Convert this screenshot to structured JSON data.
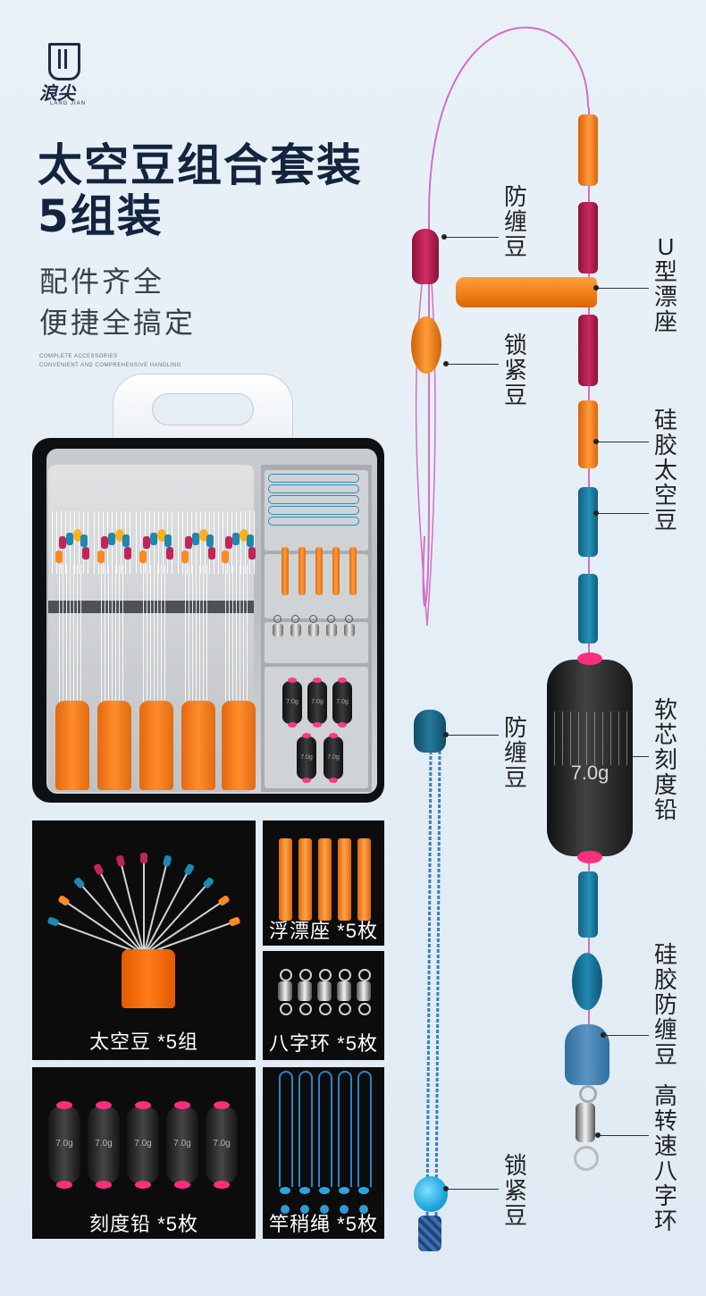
{
  "brand": {
    "name": "浪尖",
    "name_en": "LANG JIAN"
  },
  "title": {
    "line1": "太空豆组合套装",
    "line2": "5组装"
  },
  "subtitle": {
    "line1": "配件齐全",
    "line2": "便捷全搞定"
  },
  "tagline": {
    "line1": "COMPLETE ACCESSORIES",
    "line2": "CONVENIENT AND COMPREHENSIVE HANDLING"
  },
  "box": {
    "lead_weight": "7.0g"
  },
  "panels": {
    "space_bean": "太空豆 *5组",
    "float_seat": "浮漂座 *5枚",
    "swivel": "八字环 *5枚",
    "lead": "刻度铅 *5枚",
    "rope": "竿稍绳 *5枚"
  },
  "diagram": {
    "labels": {
      "anti_tangle_top": "防缠豆",
      "lock_bean_top": "锁紧豆",
      "u_float_seat": "U型漂座",
      "silicone_space_bean": "硅胶太空豆",
      "soft_core_lead": "软芯刻度铅",
      "anti_tangle_bottom": "防缠豆",
      "silicone_anti_tangle": "硅胶防缠豆",
      "high_speed_swivel": "高转速八字环",
      "lock_bean_bottom": "锁紧豆"
    },
    "lead_weight": "7.0g"
  },
  "colors": {
    "title": "#13243f",
    "orange": "#ff8a1f",
    "red": "#c0245a",
    "blue": "#1f87b0",
    "pink_line": "#d775c8"
  }
}
